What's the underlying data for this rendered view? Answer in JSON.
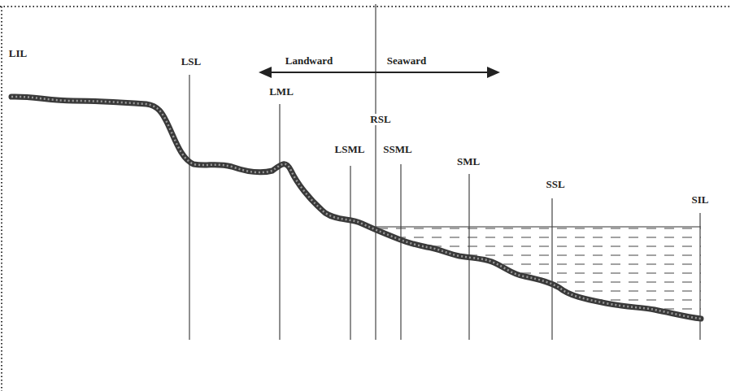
{
  "diagram": {
    "labels": [
      "LIL",
      "LSL",
      "Landward",
      "Seaward",
      "LML",
      "RSL",
      "LSML",
      "SSML",
      "SML",
      "SSL",
      "SIL"
    ]
  }
}
